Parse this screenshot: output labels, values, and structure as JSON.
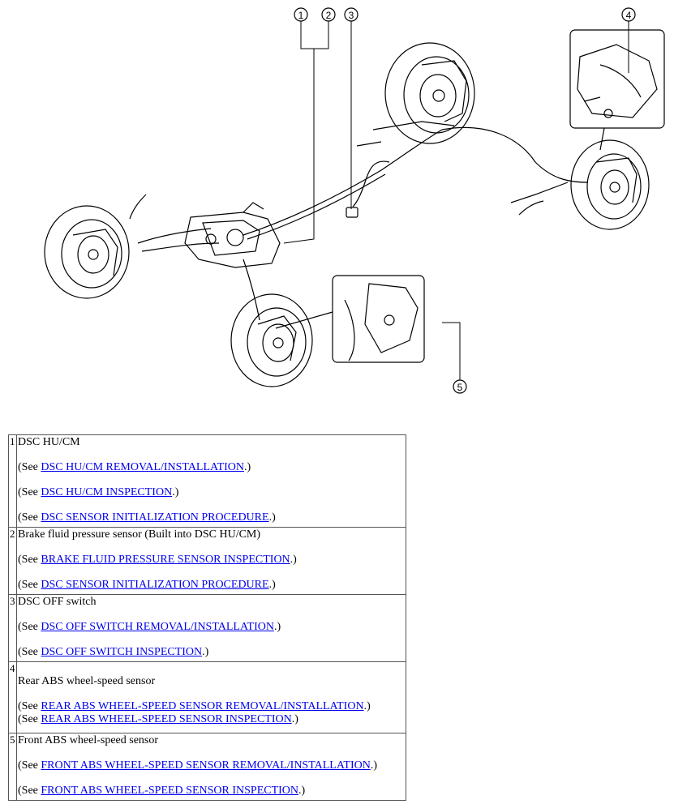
{
  "callouts": [
    "1",
    "2",
    "3",
    "4",
    "5"
  ],
  "rows": [
    {
      "num": "1",
      "title": "DSC HU/CM",
      "refs": [
        {
          "prefix": "(See ",
          "link": "DSC HU/CM REMOVAL/INSTALLATION",
          "suffix": ".)"
        },
        {
          "prefix": "(See ",
          "link": "DSC HU/CM INSPECTION",
          "suffix": ".)"
        },
        {
          "prefix": "(See ",
          "link": "DSC SENSOR INITIALIZATION PROCEDURE",
          "suffix": ".)"
        }
      ]
    },
    {
      "num": "2",
      "title": "Brake fluid pressure sensor (Built into DSC HU/CM)",
      "refs": [
        {
          "prefix": "(See ",
          "link": "BRAKE FLUID PRESSURE SENSOR INSPECTION",
          "suffix": ".)"
        },
        {
          "prefix": "(See ",
          "link": "DSC SENSOR INITIALIZATION PROCEDURE",
          "suffix": ".)"
        }
      ]
    },
    {
      "num": "3",
      "title": "DSC OFF switch",
      "refs": [
        {
          "prefix": "(See ",
          "link": "DSC OFF SWITCH REMOVAL/INSTALLATION",
          "suffix": ".)"
        },
        {
          "prefix": "(See ",
          "link": "DSC OFF SWITCH INSPECTION",
          "suffix": ".)"
        }
      ]
    },
    {
      "num": "4",
      "title": "Rear ABS wheel-speed sensor",
      "refs": [
        {
          "prefix": "(See ",
          "link": "REAR ABS WHEEL-SPEED SENSOR REMOVAL/INSTALLATION",
          "suffix": ".)"
        },
        {
          "prefix": "(See ",
          "link": "REAR ABS WHEEL-SPEED SENSOR INSPECTION",
          "suffix": ".)"
        }
      ]
    },
    {
      "num": "5",
      "title": "Front ABS wheel-speed sensor",
      "refs": [
        {
          "prefix": "(See ",
          "link": "FRONT ABS WHEEL-SPEED SENSOR REMOVAL/INSTALLATION",
          "suffix": ".)"
        },
        {
          "prefix": "(See ",
          "link": "FRONT ABS WHEEL-SPEED SENSOR INSPECTION",
          "suffix": ".)"
        }
      ]
    }
  ]
}
